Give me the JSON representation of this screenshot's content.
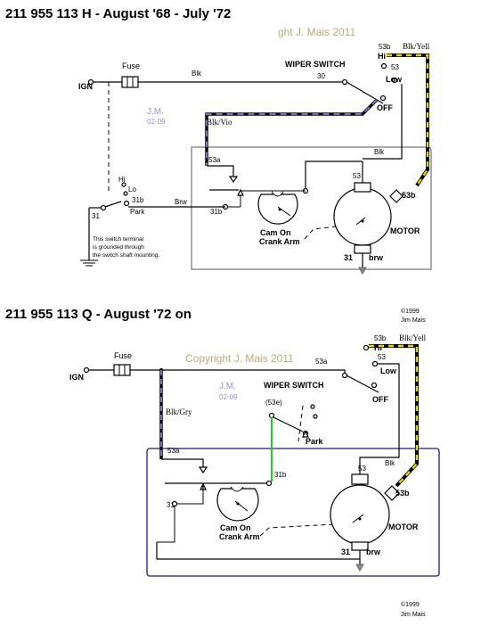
{
  "diagram1": {
    "title": "211 955 113 H - August '68 - July '72",
    "copyright": "ght J. Mais 2011",
    "initials": "J.M.",
    "initials_date": "02-09",
    "labels": {
      "fuse": "Fuse",
      "blk": "Blk",
      "terminal_30": "30",
      "wiper_switch": "WIPER SWITCH",
      "ign": "IGN",
      "hi_53b": "53b",
      "hi": "Hi",
      "blk_yell": "Blk/Yell",
      "low_53": "53",
      "low": "Low",
      "off": "OFF",
      "blk_vio": "Blk/Vio",
      "blk2": "Blk",
      "t53a": "53a",
      "t53": "53",
      "t53b": "53b",
      "t31b": "31b",
      "brw": "Brw",
      "t31b_2": "31b",
      "park": "Park",
      "hi_small": "Hi",
      "lo_small": "Lo",
      "t31": "31",
      "cam": "Cam On",
      "crank": "Crank Arm",
      "motor": "MOTOR",
      "t31_motor": "31",
      "brw_motor": "brw",
      "note_1": "This switch terminal",
      "note_2": "is grounded through",
      "note_3": "the switch shaft mounting."
    }
  },
  "diagram2": {
    "title": "211 955 113 Q - August '72 on",
    "copyright": "Copyright J. Mais 2011",
    "initials": "J.M.",
    "initials_date": "02-09",
    "credit_year": "©1999",
    "credit_name": "Jim Mais",
    "labels": {
      "fuse": "Fuse",
      "ign": "IGN",
      "t53a": "53a",
      "t53b": "53b",
      "hi": "Hi",
      "blk_yell": "Blk/Yell",
      "t53": "53",
      "low": "Low",
      "wiper_switch": "WIPER SWITCH",
      "off": "OFF",
      "blk_gry": "Blk/Gry",
      "t53e": "(53e)",
      "park": "Park",
      "t53a_2": "53a",
      "blk": "Blk",
      "t31b": "31b",
      "t53_motor": "53",
      "t53b_motor": "53b",
      "t31": "31",
      "cam": "Cam On",
      "crank": "Crank Arm",
      "motor": "MOTOR",
      "t31_motor": "31",
      "brw_motor": "brw"
    }
  },
  "footer": {
    "credit_year": "©1999",
    "credit_name": "Jim Mais"
  },
  "colors": {
    "yellow_wire": "#e8d800",
    "violet_wire": "#7b6fd0",
    "green_wire": "#22cc22",
    "box_outline_top": "#555555",
    "box_outline_bottom": "#1a1a8c",
    "copyright": "#b4ae78",
    "initials": "#8f92d6"
  }
}
